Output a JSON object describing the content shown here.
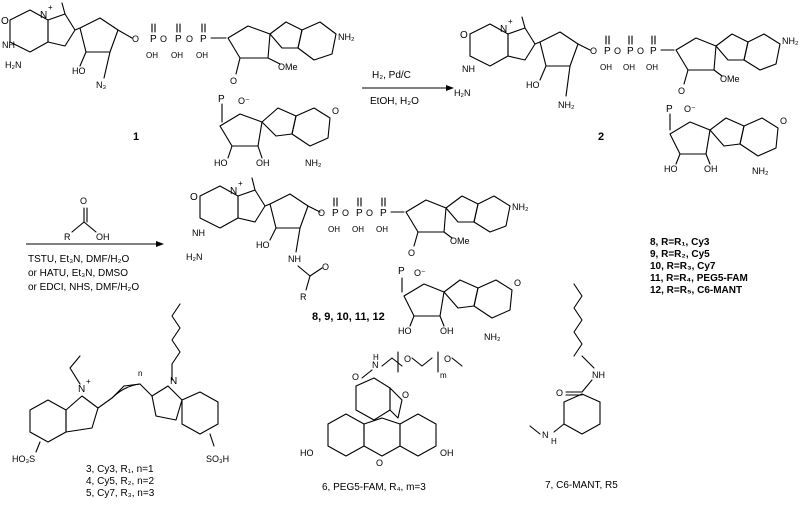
{
  "compound1": {
    "number": "1"
  },
  "compound2": {
    "number": "2"
  },
  "cap_fragment": {
    "n_methyl": "N",
    "plus": "+",
    "nh": "NH",
    "h2n": "H₂N",
    "o": "O",
    "ho": "HO",
    "n3": "N₃",
    "nh2_amine": "NH₂",
    "triphosphate_p": "P",
    "triphosphate_oh": "OH",
    "adenine_nh2": "NH₂",
    "ome": "OMe",
    "phosphate_o_minus": "O⁻",
    "guanosine_oh": "OH",
    "guanosine_nh2": "NH₂"
  },
  "reaction1": {
    "reagents_top": "H₂, Pd/C",
    "reagents_bottom": "EtOH, H₂O"
  },
  "reaction2": {
    "reagent_acid_r": "R",
    "reagent_acid_oh": "OH",
    "reagent_acid_o": "O",
    "conditions": [
      "TSTU, Et₃N, DMF/H₂O",
      "or HATU, Et₃N, DMSO",
      "or EDCI, NHS, DMF/H₂O"
    ]
  },
  "products_label": "8, 9, 10, 11, 12",
  "amide_labels": {
    "nh": "NH",
    "o": "O",
    "r": "R"
  },
  "product_list": [
    "8, R=R₁, Cy3",
    "9, R=R₂, Cy5",
    "10, R=R₃, Cy7",
    "11, R=R₄, PEG5-FAM",
    "12, R=R₅, C6-MANT"
  ],
  "cyanine": {
    "n_plus": "N",
    "n": "N",
    "n_sub": "n",
    "so3h_left": "HO₃S",
    "so3h_right": "SO₃H",
    "captions": [
      "3, Cy3, R₁, n=1",
      "4, Cy5, R₂, n=2",
      "5, Cy7, R₃, n=3"
    ]
  },
  "fam": {
    "nh": "N",
    "h": "H",
    "o": "O",
    "m": "m",
    "ho": "HO",
    "oh": "OH",
    "caption": "6, PEG5-FAM, R₄, m=3"
  },
  "mant": {
    "nh": "NH",
    "o": "O",
    "n": "N",
    "h": "H",
    "caption": "7, C6-MANT, R5"
  }
}
